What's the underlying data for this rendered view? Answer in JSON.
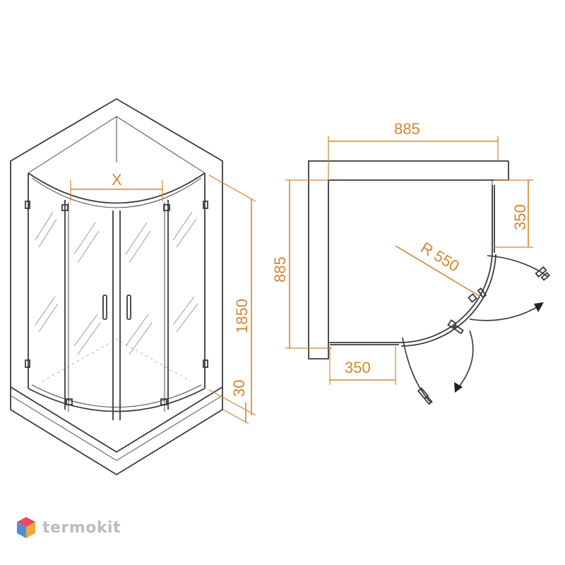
{
  "dimensions": {
    "width_top": "885",
    "depth_side": "885",
    "door_offset_right": "350",
    "door_offset_bottom": "350",
    "radius": "R 550",
    "height": "1850",
    "tray_height": "30",
    "opening": "X"
  },
  "brand": {
    "name": "termokit",
    "logo_colors": [
      "#e84a5f",
      "#4a90d9",
      "#f2a93b"
    ]
  },
  "colors": {
    "dimension": "#d0862f",
    "outline": "#3a3a3a"
  }
}
